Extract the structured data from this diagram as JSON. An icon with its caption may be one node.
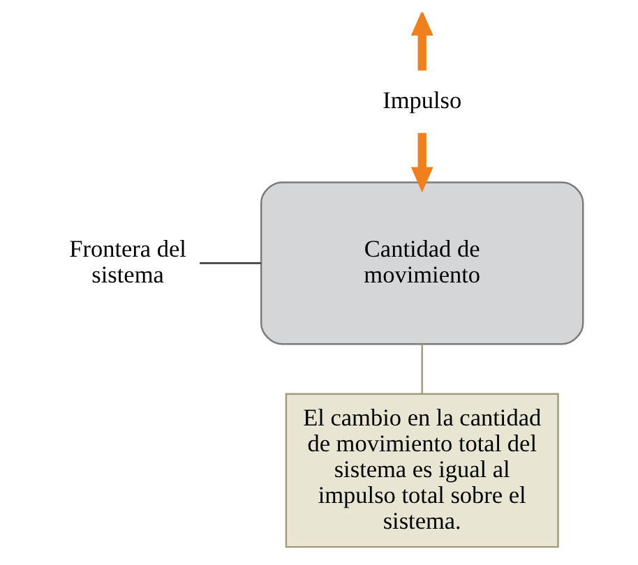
{
  "diagram": {
    "nodes": [
      {
        "text": [
          "Cantidad de movimiento"
        ]
      },
      {
        "text": [
          "Impulso"
        ]
      },
      {
        "text": [
          "Frontera del sistema"
        ]
      },
      {
        "text": [
          "El cambio en la cantidad de movimiento total del sistema es igual al impulso total sobre el sistema."
        ]
      }
    ],
    "edges": [
      {
        "from": 1,
        "to": null,
        "arrow": "to",
        "style": "thick",
        "color": "#f07f1e"
      },
      {
        "from": 1,
        "to": 0,
        "arrow": "to",
        "style": "thick",
        "color": "#f07f1e"
      },
      {
        "from": 2,
        "to": 0,
        "arrow": "none",
        "color": "#333333"
      },
      {
        "from": 0,
        "to": 3,
        "arrow": "none",
        "color": "#a09c7a"
      }
    ]
  }
}
